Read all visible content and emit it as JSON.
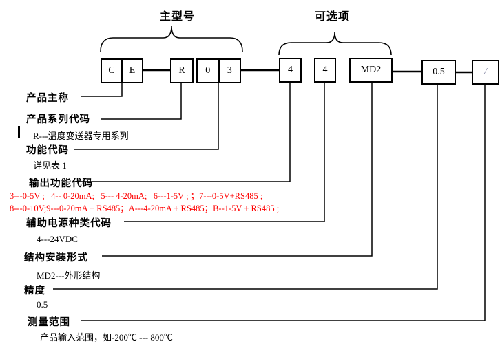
{
  "groups": {
    "main_model": "主型号",
    "optional": "可选项"
  },
  "code_boxes": {
    "ce": [
      "C",
      "E"
    ],
    "r": "R",
    "f03": [
      "0",
      "3"
    ],
    "out4": "4",
    "pwr4": "4",
    "md2": "MD2",
    "acc": "0.5",
    "range": "/"
  },
  "fields": {
    "product_name": {
      "label": "产品主称"
    },
    "series_code": {
      "label": "产品系列代码",
      "note": "R---温度变送器专用系列"
    },
    "function_code": {
      "label": "功能代码",
      "note": "详见表 1"
    },
    "output_code": {
      "label": "输出功能代码",
      "note_line1": "3---0-5V ;   4-- 0-20mA;   5--- 4-20mA;   6---1-5V ; ；7---0-5V+RS485 ;",
      "note_line2": "8---0-10V;9---0-20mA + RS485；A---4-20mA + RS485；B--1-5V + RS485 ;"
    },
    "aux_power_code": {
      "label": "辅助电源种类代码",
      "note": "4---24VDC"
    },
    "structure_type": {
      "label": "结构安装形式",
      "note": "MD2---外形结构"
    },
    "accuracy": {
      "label": "精度",
      "note": "0.5"
    },
    "measure_range": {
      "label": "测量范围",
      "note": "产品输入范围，如-200℃ --- 800℃"
    }
  },
  "colors": {
    "line": "#000000",
    "note_red": "#ff0000",
    "background": "#ffffff"
  }
}
